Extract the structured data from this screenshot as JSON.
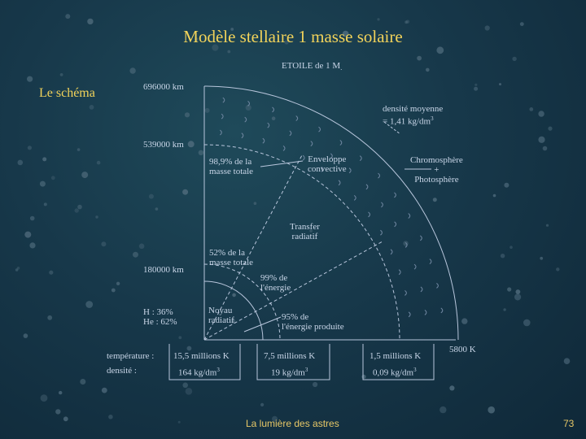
{
  "slide": {
    "title": "Modèle stellaire 1 masse solaire",
    "subtitle": "Le schéma",
    "footer_text": "La lumière des astres",
    "page_number": "73"
  },
  "diagram": {
    "header": "ETOILE  de  1 M",
    "radius_labels": [
      "696000 km",
      "539000 km",
      "180000 km"
    ],
    "density_top_line1": "densité moyenne",
    "density_top_line2": "= 1,41 kg/dm",
    "density_top_exp": "3",
    "mass_outer_line1": "98,9% de la",
    "mass_outer_line2": "masse totale",
    "envelope_line1": "Enveloppe",
    "envelope_line2": "convective",
    "chromo_line1": "Chromosphère",
    "chromo_line2": "+",
    "chromo_line3": "Photosphère",
    "transfer_line1": "Transfer",
    "transfer_line2": "radiatif",
    "mass_inner_line1": "52% de la",
    "mass_inner_line2": "masse totale",
    "energy99_line1": "99% de",
    "energy99_line2": "l'énergie",
    "composition_line1": "H : 36%",
    "composition_line2": "He : 62%",
    "core_line1": "Noyau",
    "core_line2": "radiatif",
    "energy95_line1": "95% de",
    "energy95_line2": "l'énergie produite",
    "surface_temp": "5800 K",
    "row_label_temp": "température :",
    "row_label_density": "densité :",
    "zones": [
      {
        "temp": "15,5 millions K",
        "density": "164 kg/dm",
        "exp": "3"
      },
      {
        "temp": "7,5 millions K",
        "density": "19 kg/dm",
        "exp": "3"
      },
      {
        "temp": "1,5 millions K",
        "density": "0,09 kg/dm",
        "exp": "3"
      }
    ]
  },
  "colors": {
    "title": "#f2d35a",
    "text": "#c9d6e8",
    "line": "#b8c6dc",
    "background": "#17384a"
  }
}
